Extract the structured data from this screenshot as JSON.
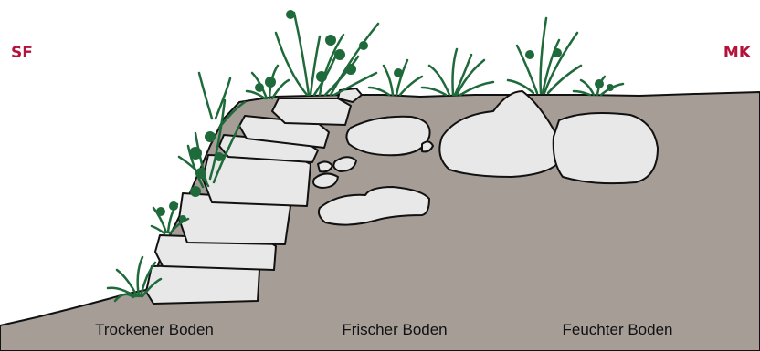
{
  "labels": {
    "left_corner": "SF",
    "right_corner": "MK"
  },
  "zones": [
    {
      "label": "Trockener Boden"
    },
    {
      "label": "Frischer Boden"
    },
    {
      "label": "Feuchter Boden"
    }
  ],
  "colors": {
    "soil": "#a59d96",
    "stone_fill": "#e8e8e8",
    "outline": "#111111",
    "plant": "#1f6a3a",
    "corner_label": "#b3123a"
  }
}
